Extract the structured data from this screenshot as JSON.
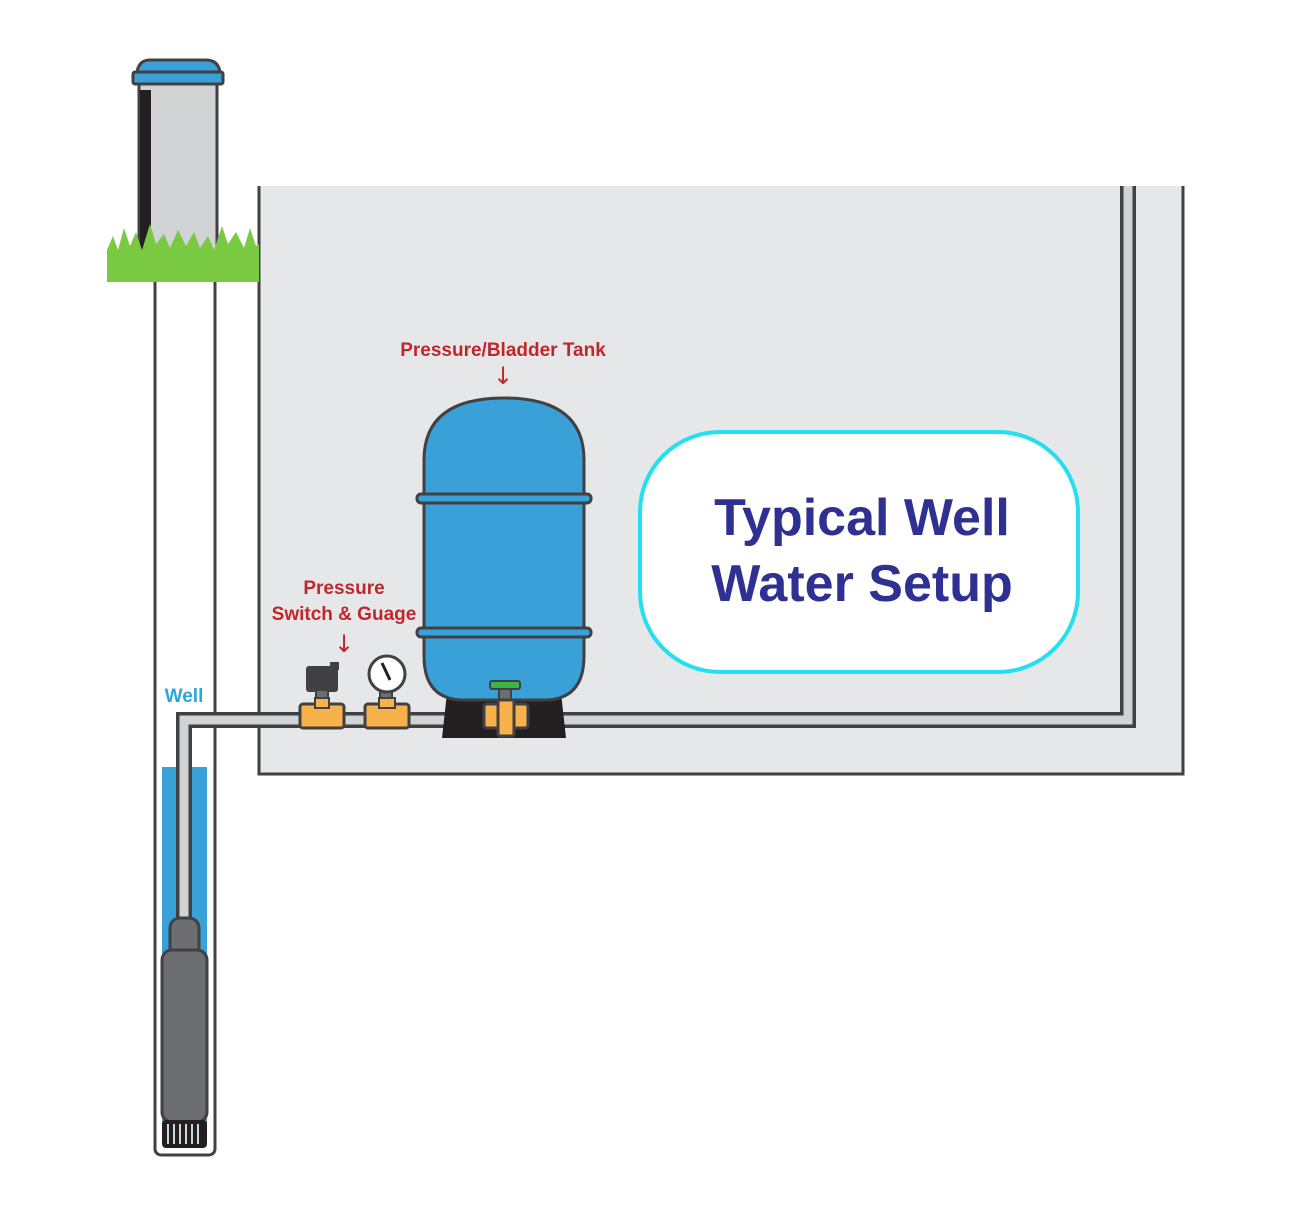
{
  "labels": {
    "tank": "Pressure/Bladder Tank",
    "switch_line1": "Pressure",
    "switch_line2": "Switch & Guage",
    "well": "Well",
    "arrow": "↓"
  },
  "title": {
    "line1": "Typical Well",
    "line2": "Water Setup"
  },
  "icons": {
    "tank": "pressure-tank-icon",
    "gauge": "pressure-gauge-icon",
    "switch": "pressure-switch-icon",
    "pump": "submersible-pump-icon",
    "well_cap": "well-cap-icon",
    "grass": "grass-icon"
  },
  "colors": {
    "tank_blue": "#3aa0d8",
    "title_blue": "#2e3192",
    "label_red": "#c0272d",
    "well_label": "#29a8d8",
    "grass_green": "#7ac943",
    "fitting_orange": "#f7b24c",
    "room_gray": "#e6e7e8",
    "pump_gray": "#6d6e71",
    "cyan_outline": "#22e0f0",
    "water_blue": "#3aa0d8"
  }
}
